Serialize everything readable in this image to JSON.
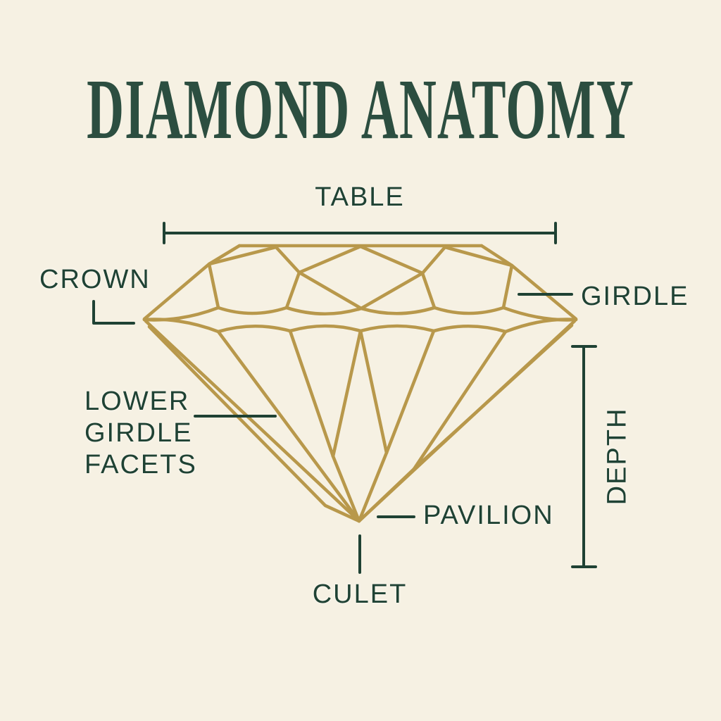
{
  "title": "DIAMOND ANATOMY",
  "labels": {
    "table": "TABLE",
    "crown": "CROWN",
    "girdle": "GIRDLE",
    "lower_girdle_facets": [
      "LOWER",
      "GIRDLE",
      "FACETS"
    ],
    "depth": "DEPTH",
    "pavilion": "PAVILION",
    "culet": "CULET"
  },
  "colors": {
    "bg": "#f6f1e3",
    "gold": "#b8984b",
    "green": "#1f4234",
    "title-green": "#2c4e40"
  }
}
